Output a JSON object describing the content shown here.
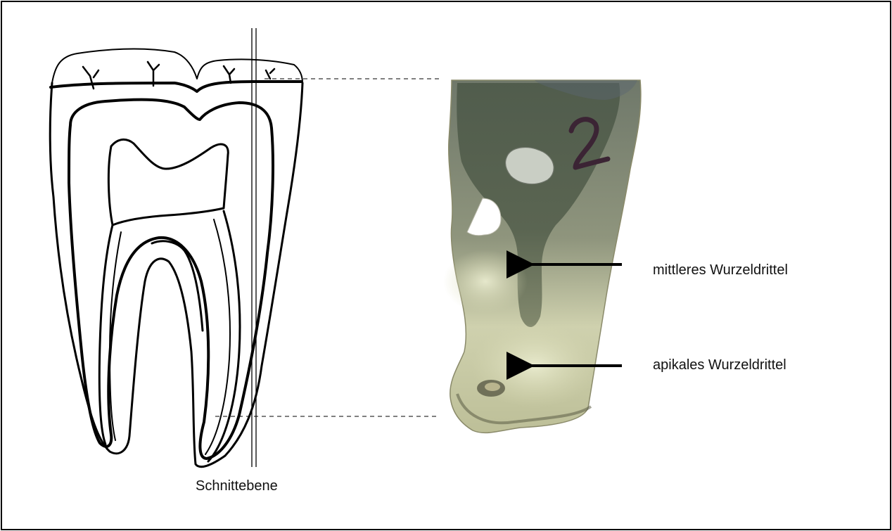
{
  "labels": {
    "cutting_plane": "Schnittebene",
    "middle_third": "mittleres Wurzeldrittel",
    "apical_third": "apikales Wurzeldrittel"
  },
  "colors": {
    "frame": "#000000",
    "ink": "#111111",
    "section_dark": "#5f6a55",
    "section_light": "#d6d8b8",
    "section_edge": "#8a8a6a"
  },
  "icons": {
    "arrow_middle": "arrow-left-icon",
    "arrow_apical": "arrow-left-icon"
  }
}
